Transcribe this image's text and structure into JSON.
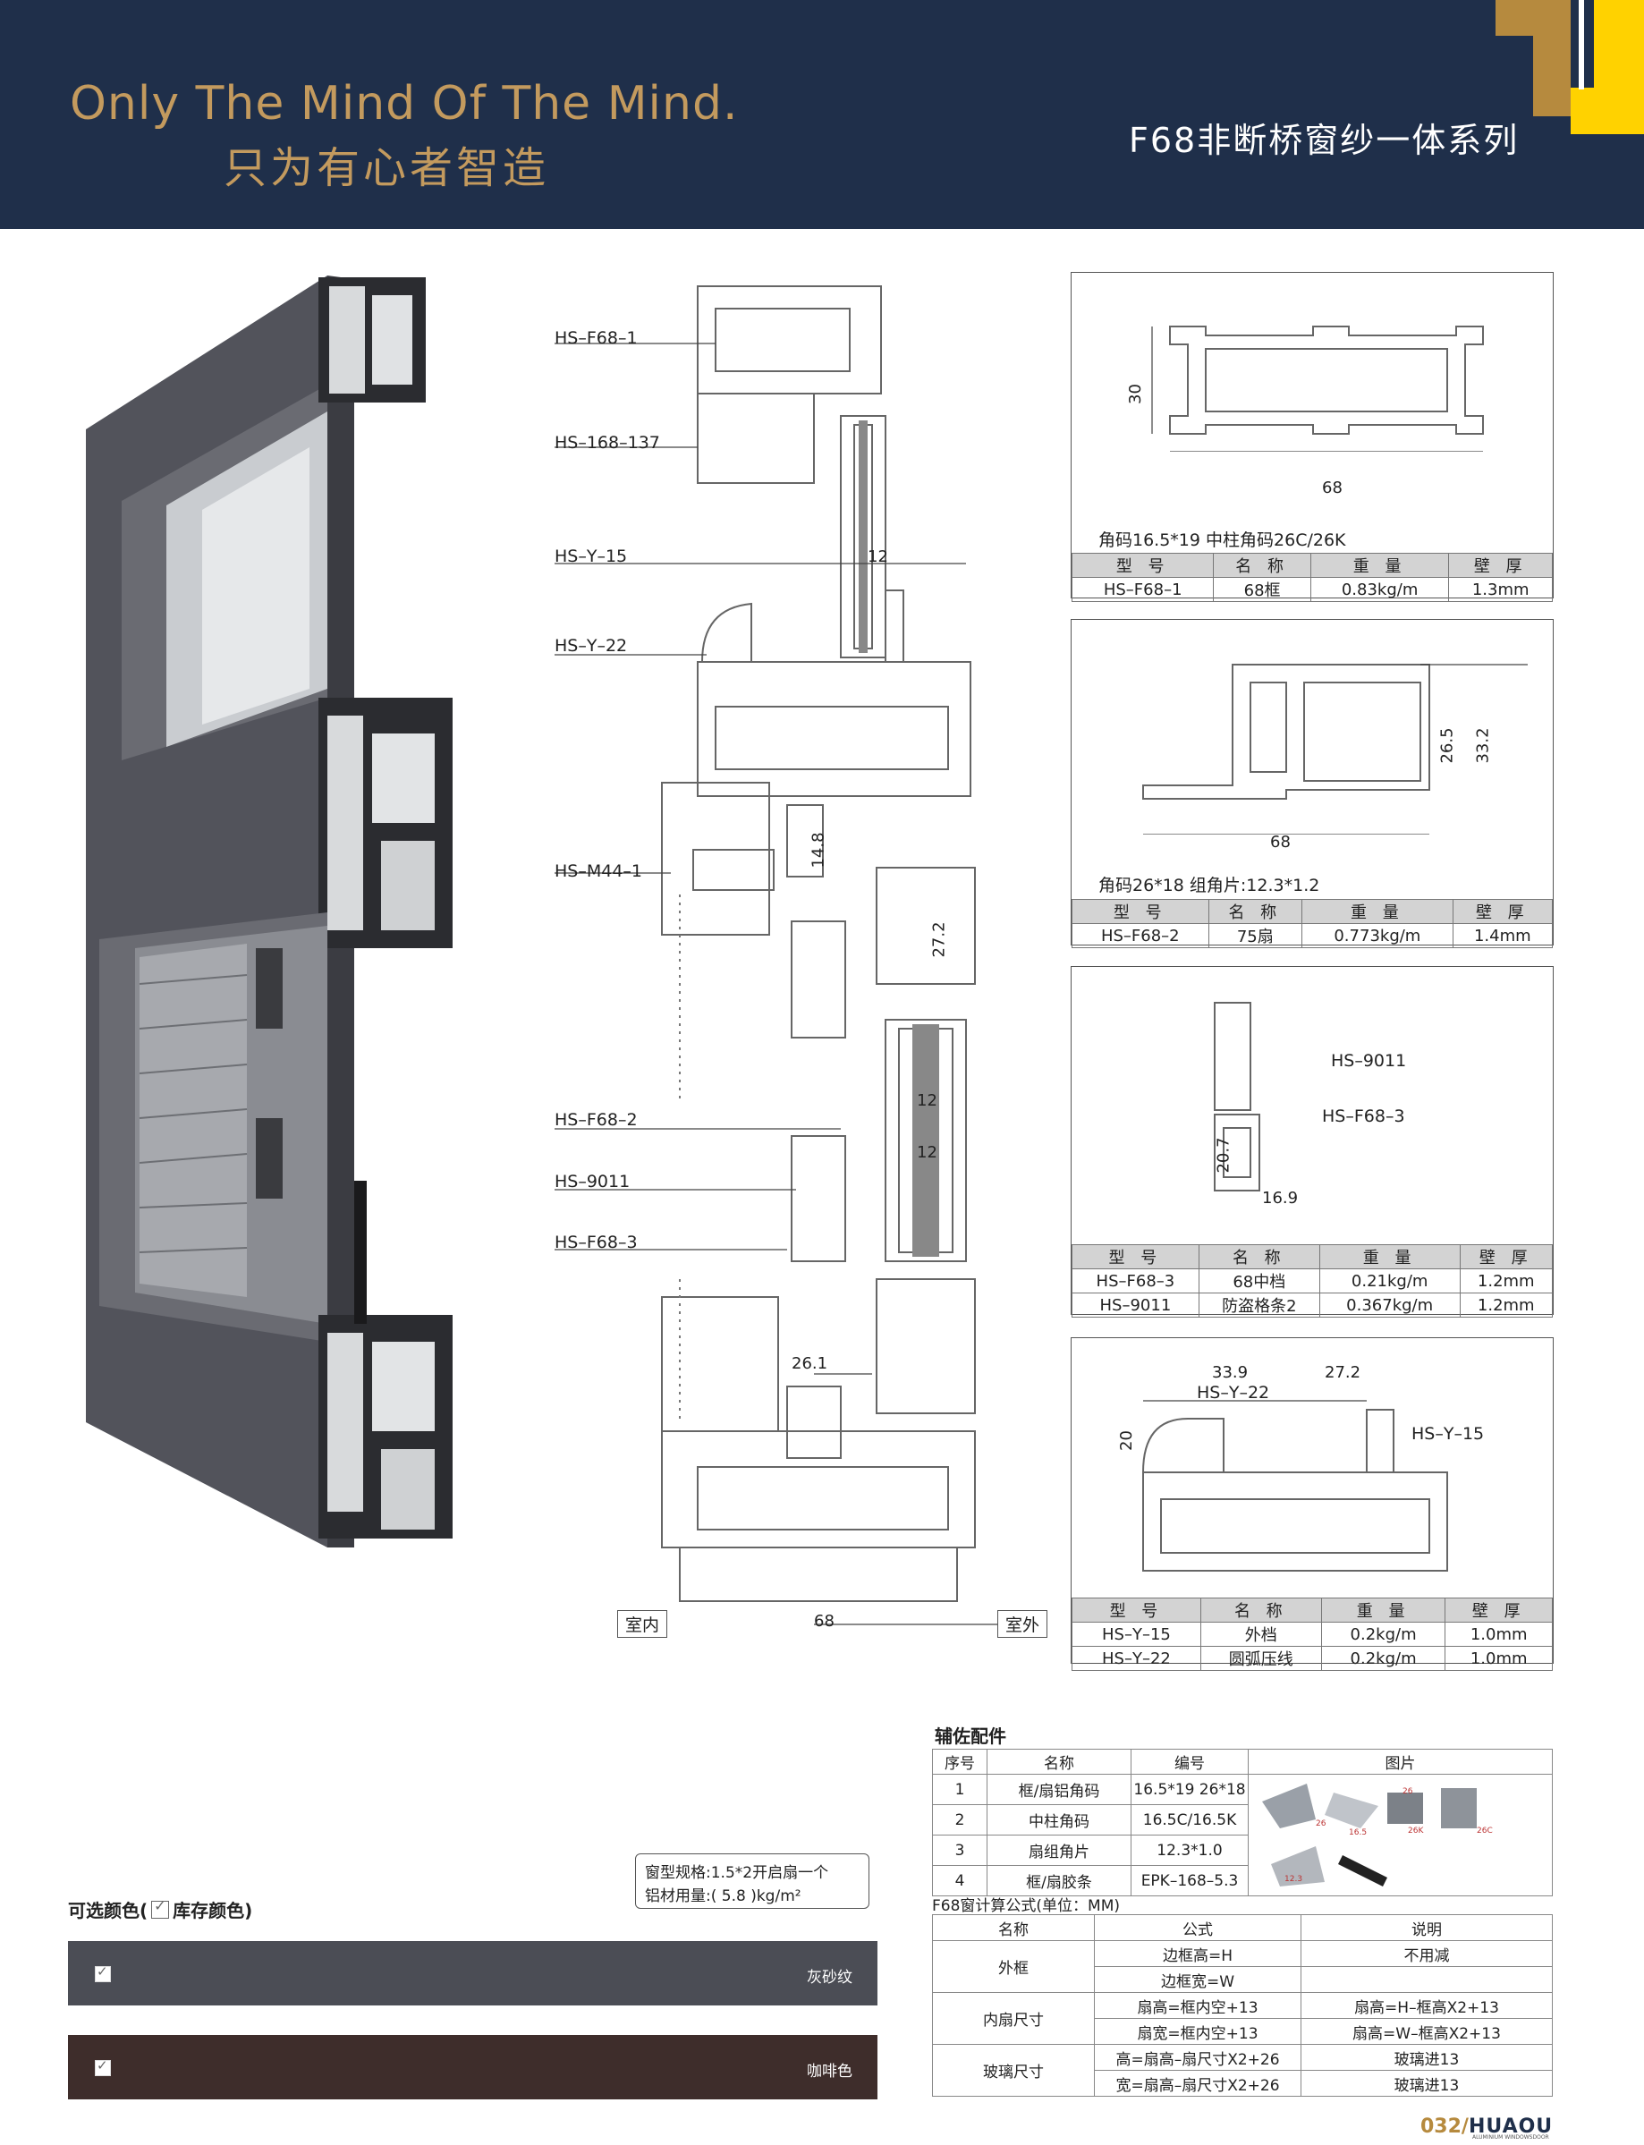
{
  "header": {
    "slogan_en": "Only The Mind Of The Mind.",
    "slogan_cn": "只为有心者智造",
    "series_title": "F68非断桥窗纱一体系列",
    "accent_color": "#c39a5e",
    "brand_yellow": "#ffd200",
    "bg_color": "#1f2f4a"
  },
  "section_labels": {
    "hs_f68_1": "HS–F68–1",
    "hs_168_137": "HS–168–137",
    "hs_y_15": "HS–Y–15",
    "hs_y_22": "HS–Y–22",
    "hs_m44_1": "HS–M44–1",
    "hs_f68_2": "HS–F68–2",
    "hs_9011": "HS–9011",
    "hs_f68_3": "HS–F68–3",
    "indoor": "室内",
    "outdoor": "室外",
    "dim_12a": "12",
    "dim_148": "14.8",
    "dim_272": "27.2",
    "dim_12b": "12",
    "dim_12c": "12",
    "dim_261": "26.1",
    "dim_68": "68"
  },
  "spec_header": {
    "model": "型 号",
    "name": "名 称",
    "weight": "重 量",
    "wall": "壁 厚"
  },
  "panel1": {
    "dim_h": "30",
    "dim_w": "68",
    "note": "角码16.5*19  中柱角码26C/26K",
    "rows": [
      {
        "model": "HS–F68–1",
        "name": "68框",
        "weight": "0.83kg/m",
        "wall": "1.3mm"
      }
    ]
  },
  "panel2": {
    "dim_h1": "26.5",
    "dim_h2": "33.2",
    "dim_w": "68",
    "note": "角码26*18       组角片:12.3*1.2",
    "rows": [
      {
        "model": "HS–F68–2",
        "name": "75扇",
        "weight": "0.773kg/m",
        "wall": "1.4mm"
      }
    ]
  },
  "panel3": {
    "label_a": "HS–9011",
    "label_b": "HS–F68–3",
    "dim_h": "20.7",
    "dim_w": "16.9",
    "rows": [
      {
        "model": "HS–F68–3",
        "name": "68中档",
        "weight": "0.21kg/m",
        "wall": "1.2mm"
      },
      {
        "model": "HS–9011",
        "name": "防盗格条2",
        "weight": "0.367kg/m",
        "wall": "1.2mm"
      }
    ]
  },
  "panel4": {
    "dim_a": "33.9",
    "dim_b": "27.2",
    "dim_h": "20",
    "label_a": "HS–Y–22",
    "label_b": "HS–Y–15",
    "rows": [
      {
        "model": "HS–Y–15",
        "name": "外档",
        "weight": "0.2kg/m",
        "wall": "1.0mm"
      },
      {
        "model": "HS–Y–22",
        "name": "圆弧压线",
        "weight": "0.2kg/m",
        "wall": "1.0mm"
      }
    ]
  },
  "accessories": {
    "title": "辅佐配件",
    "headers": [
      "序号",
      "名称",
      "编号",
      "图片"
    ],
    "rows": [
      {
        "no": "1",
        "name": "框/扇铝角码",
        "code": "16.5*19  26*18"
      },
      {
        "no": "2",
        "name": "中柱角码",
        "code": "16.5C/16.5K"
      },
      {
        "no": "3",
        "name": "扇组角片",
        "code": "12.3*1.0"
      },
      {
        "no": "4",
        "name": "框/扇胶条",
        "code": "EPK–168–5.3"
      }
    ],
    "img_labels": {
      "a": "26",
      "b": "16.5",
      "c": "26",
      "d": "26K",
      "e": "26C",
      "f": "12.3"
    }
  },
  "usage": {
    "line1": "窗型规格:1.5*2开启扇一个",
    "line2": "铝材用量:(      5.8      )kg/m²"
  },
  "formula": {
    "title": "F68窗计算公式(单位：MM)",
    "headers": [
      "名称",
      "公式",
      "说明"
    ],
    "rows": [
      {
        "group": "外框",
        "formula": "边框高=H",
        "note": "不用减"
      },
      {
        "formula": "边框宽=W",
        "note": ""
      },
      {
        "group": "内扇尺寸",
        "formula": "扇高=框内空+13",
        "note": "扇高=H–框高X2+13"
      },
      {
        "formula": "扇宽=框内空+13",
        "note": "扇高=W–框高X2+13"
      },
      {
        "group": "玻璃尺寸",
        "formula": "高=扇高–扇尺寸X2+26",
        "note": "玻璃进13"
      },
      {
        "formula": "宽=扇高–扇尺寸X2+26",
        "note": "玻璃进13"
      }
    ]
  },
  "colors": {
    "title": "可选颜色(",
    "title2": "库存颜色)",
    "items": [
      {
        "name": "灰砂纹",
        "color": "#4b4d55"
      },
      {
        "name": "咖啡色",
        "color": "#3e2d2b"
      }
    ]
  },
  "footer": {
    "page": "032/",
    "brand": "HUAOU",
    "brand_sub": "ALUMINIUM WINDOWSDOOR"
  }
}
